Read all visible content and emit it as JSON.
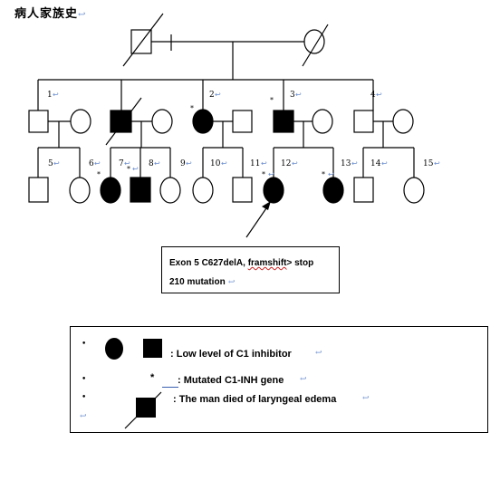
{
  "header": {
    "title": "病人家族史",
    "return_mark": "↩"
  },
  "pedigree": {
    "gen3_numbers": [
      "1",
      "2",
      "3",
      "4"
    ],
    "gen4_numbers": [
      "5",
      "6",
      "7",
      "8",
      "9",
      "10",
      "11",
      "12",
      "13",
      "14",
      "15"
    ],
    "star_mark": "*",
    "return_mark": "↩"
  },
  "mutation_box": {
    "line1_prefix": "Exon 5 C627delA, ",
    "line1_underlined": "framshift",
    "line1_suffix": "> stop",
    "line2": "210 mutation",
    "return_mark": "↩"
  },
  "legend": {
    "bullet": "•",
    "star": "*",
    "row1_text": ": Low level of C1 inhibitor",
    "row2_text": ": Mutated C1-INH gene",
    "row3_text": ": The man died of laryngeal edema",
    "return_mark": "↩"
  },
  "colors": {
    "mark": "#6a8ecf",
    "squiggle": "#cc2222",
    "ink": "#000000"
  }
}
